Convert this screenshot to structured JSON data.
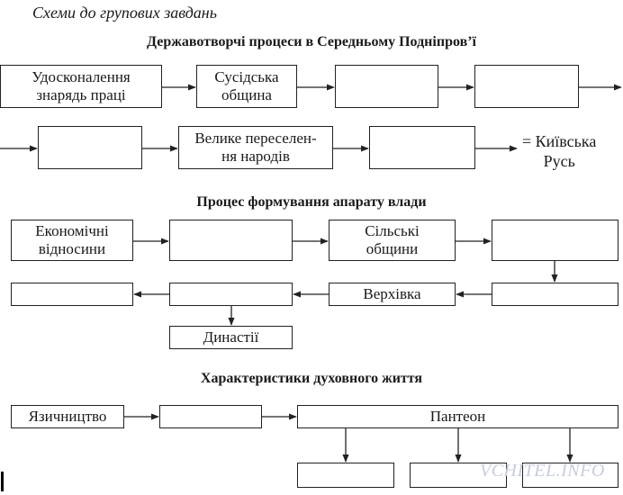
{
  "header": {
    "title": "Схеми до групових завдань"
  },
  "section1": {
    "title": "Державотворчі процеси в Середньому Подніпров’ї",
    "row1": [
      {
        "lines": [
          "Удосконалення",
          "знарядь праці"
        ]
      },
      {
        "lines": [
          "Сусідська",
          "община"
        ]
      },
      {
        "lines": []
      },
      {
        "lines": []
      }
    ],
    "row2": [
      {
        "lines": []
      },
      {
        "lines": [
          "Велике переселен-",
          "ня народів"
        ]
      },
      {
        "lines": []
      }
    ],
    "result": {
      "line1": "= Київська",
      "line2": "Русь"
    }
  },
  "section2": {
    "title": "Процес формування апарату влади",
    "row1": [
      {
        "lines": [
          "Економічні",
          "відносини"
        ]
      },
      {
        "lines": []
      },
      {
        "lines": [
          "Сільські",
          "общини"
        ]
      },
      {
        "lines": []
      }
    ],
    "row2": [
      {
        "lines": []
      },
      {
        "lines": []
      },
      {
        "lines": [
          "Верхівка"
        ]
      },
      {
        "lines": []
      }
    ],
    "branch": {
      "lines": [
        "Династії"
      ]
    }
  },
  "section3": {
    "title": "Характеристики духовного життя",
    "row1": [
      {
        "lines": [
          "Язичництво"
        ]
      },
      {
        "lines": []
      },
      {
        "lines": [
          "Пантеон"
        ]
      }
    ],
    "children": [
      {
        "lines": []
      },
      {
        "lines": []
      },
      {
        "lines": []
      }
    ]
  },
  "watermark": "VCHITEL.INFO",
  "colors": {
    "line": "#222222",
    "watermark": "#c6ccdf"
  }
}
